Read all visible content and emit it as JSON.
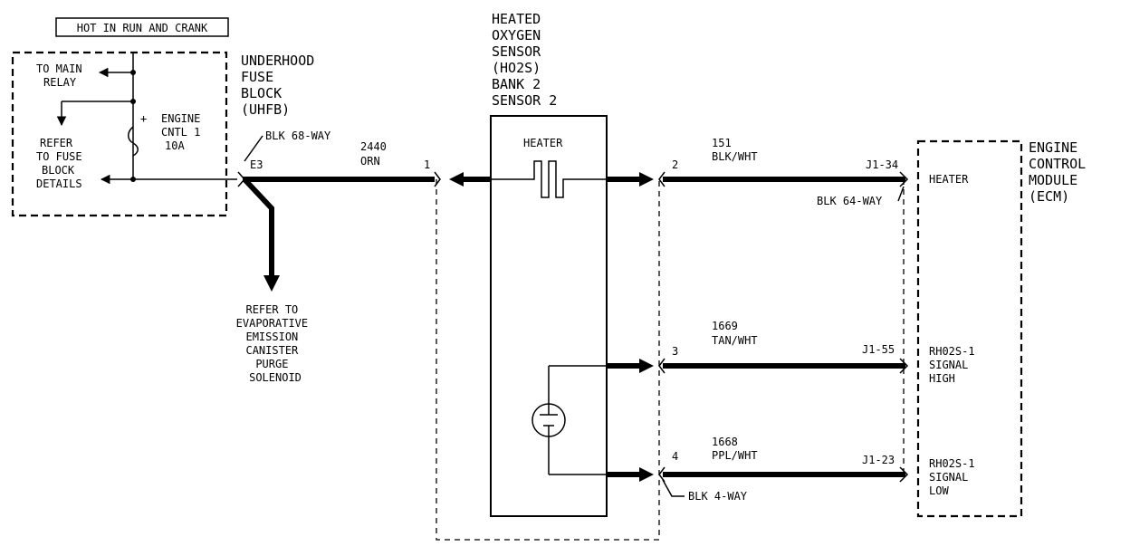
{
  "power_label": "HOT IN RUN AND CRANK",
  "fuse_block": {
    "title_lines": [
      "UNDERHOOD",
      "FUSE",
      "BLOCK",
      "(UHFB)"
    ],
    "to_main_relay": [
      "TO MAIN",
      "RELAY"
    ],
    "refer_fuse": [
      "REFER",
      "TO FUSE",
      "BLOCK",
      "DETAILS"
    ],
    "fuse_name": [
      "ENGINE",
      "CNTL 1",
      "10A"
    ],
    "fuse_plus": "+",
    "connector": "BLK 68-WAY",
    "terminal": "E3"
  },
  "evap_refer": [
    "REFER TO",
    "EVAPORATIVE",
    "EMISSION",
    "CANISTER",
    "PURGE",
    "SOLENOID"
  ],
  "sensor": {
    "title_lines": [
      "HEATED",
      "OXYGEN",
      "SENSOR",
      "(HO2S)",
      "BANK 2",
      "SENSOR 2"
    ],
    "heater_label": "HEATER",
    "connector": "BLK 4-WAY"
  },
  "ecm": {
    "title_lines": [
      "ENGINE",
      "CONTROL",
      "MODULE",
      "(ECM)"
    ],
    "connector": "BLK 64-WAY",
    "heater_label": "HEATER",
    "signal_high": [
      "RH02S-1",
      "SIGNAL",
      "HIGH"
    ],
    "signal_low": [
      "RH02S-1",
      "SIGNAL",
      "LOW"
    ]
  },
  "wires": [
    {
      "circuit": "2440",
      "color": "ORN",
      "pin": "1",
      "ecm_pin": ""
    },
    {
      "circuit": "151",
      "color": "BLK/WHT",
      "pin": "2",
      "ecm_pin": "J1-34"
    },
    {
      "circuit": "1669",
      "color": "TAN/WHT",
      "pin": "3",
      "ecm_pin": "J1-55"
    },
    {
      "circuit": "1668",
      "color": "PPL/WHT",
      "pin": "4",
      "ecm_pin": "J1-23"
    }
  ]
}
